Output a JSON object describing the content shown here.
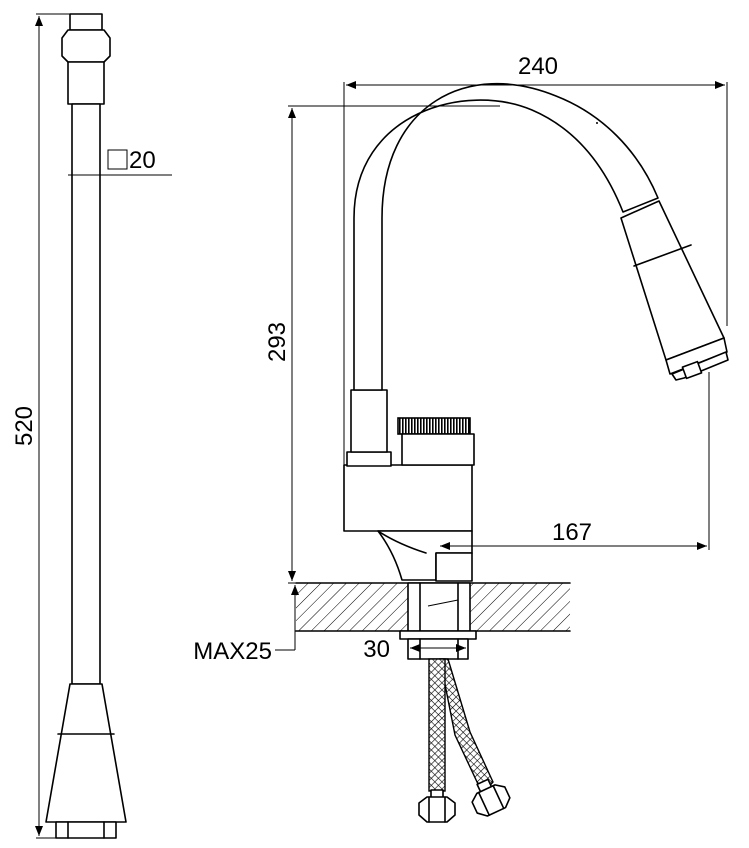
{
  "dimensions": {
    "hose_length": "520",
    "hose_section": "20",
    "overall_width": "240",
    "overall_height": "293",
    "spout_reach": "167",
    "max_deck_thickness": "MAX25",
    "shank_diameter": "30"
  },
  "colors": {
    "line": "#000000",
    "background": "#ffffff"
  }
}
